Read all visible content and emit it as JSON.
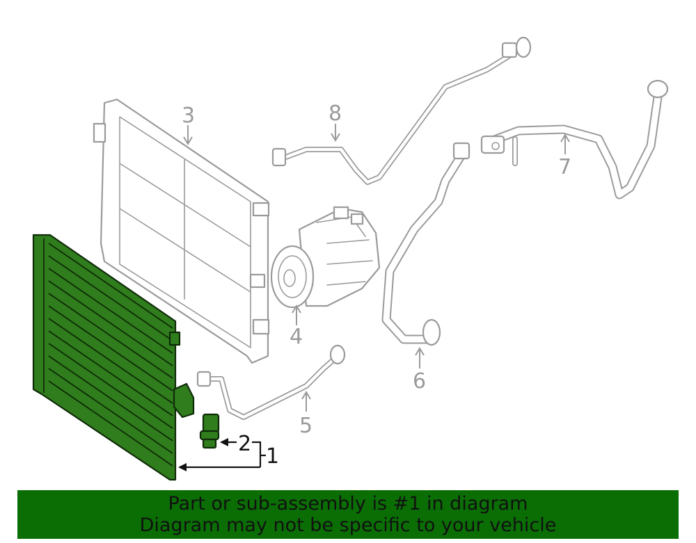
{
  "callouts": {
    "c1": "1",
    "c2": "2",
    "c3": "3",
    "c4": "4",
    "c5": "5",
    "c6": "6",
    "c7": "7",
    "c8": "8"
  },
  "banner": {
    "line1": "Part or sub-assembly is #1 in diagram",
    "line2": "Diagram may not be specific to your vehicle"
  },
  "colors": {
    "highlight_green": "#2f7d1c",
    "banner_green": "#0a6e05",
    "line_grey": "#9a9a9a"
  }
}
